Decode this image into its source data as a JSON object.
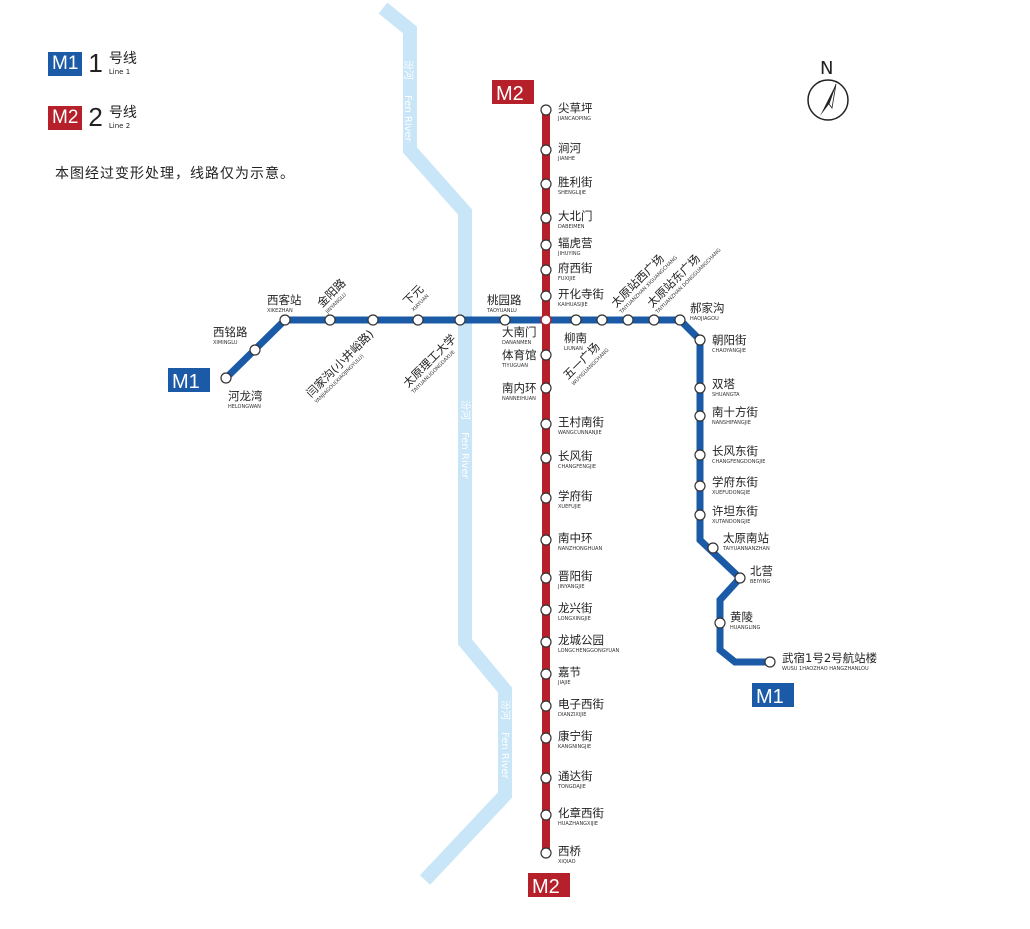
{
  "legend": [
    {
      "badge": "M1",
      "num": "1",
      "cn": "号线",
      "en": "Line 1",
      "color": "#1a5aa6"
    },
    {
      "badge": "M2",
      "num": "2",
      "cn": "号线",
      "en": "Line 2",
      "color": "#b5202a"
    }
  ],
  "note": "本图经过变形处理，线路仅为示意。",
  "north": "N",
  "river": {
    "cn": "汾河",
    "en": "Fen River",
    "color": "#c8e6f7"
  },
  "line1": {
    "badge": "M1",
    "color": "#1a5aa6",
    "stations": [
      {
        "cn": "河龙湾",
        "py": "HELONGWAN"
      },
      {
        "cn": "西铭路",
        "py": "XIMINGLU"
      },
      {
        "cn": "西客站",
        "py": "XIKEZHAN"
      },
      {
        "cn": "金阳路",
        "py": "JINYANGLU"
      },
      {
        "cn": "闫家沟(小井峪路)",
        "py": "YANJIAGOU(XIAOJINGYULU)"
      },
      {
        "cn": "下元",
        "py": "XIAYUAN"
      },
      {
        "cn": "太原理工大学",
        "py": "TAIYUANLIGONGDAXUE"
      },
      {
        "cn": "桃园路",
        "py": "TAOYUANLU"
      },
      {
        "cn": "大南门",
        "py": "DANANMEN"
      },
      {
        "cn": "柳南",
        "py": "LIUNAN"
      },
      {
        "cn": "五一广场",
        "py": "WUYIGUANGCHANG"
      },
      {
        "cn": "太原站西广场",
        "py": "TAIYUANZHAN XIGUANGCHANG"
      },
      {
        "cn": "太原站东广场",
        "py": "TAIYUANZHAN DONGGUANGCHANG"
      },
      {
        "cn": "郝家沟",
        "py": "HAOJIAGOU"
      },
      {
        "cn": "朝阳街",
        "py": "CHAOYANGJIE"
      },
      {
        "cn": "双塔",
        "py": "SHUANGTA"
      },
      {
        "cn": "南十方街",
        "py": "NANSHIFANGJIE"
      },
      {
        "cn": "长风东街",
        "py": "CHANGFENGDONGJIE"
      },
      {
        "cn": "学府东街",
        "py": "XUEFUDONGJIE"
      },
      {
        "cn": "许坦东街",
        "py": "XUTANDONGJIE"
      },
      {
        "cn": "太原南站",
        "py": "TAIYUANNANZHAN"
      },
      {
        "cn": "北营",
        "py": "BEIYING"
      },
      {
        "cn": "黄陵",
        "py": "HUANGLING"
      },
      {
        "cn": "武宿1号2号航站楼",
        "py": "WUSU 1HAOZHAO HANGZHANLOU"
      }
    ]
  },
  "line2": {
    "badge": "M2",
    "color": "#b5202a",
    "stations": [
      {
        "cn": "尖草坪",
        "py": "JIANCAOPING"
      },
      {
        "cn": "涧河",
        "py": "JIANHE"
      },
      {
        "cn": "胜利街",
        "py": "SHENGLIJIE"
      },
      {
        "cn": "大北门",
        "py": "DABEIMEN"
      },
      {
        "cn": "辐虎营",
        "py": "JIHUYING"
      },
      {
        "cn": "府西街",
        "py": "FUXIJIE"
      },
      {
        "cn": "开化寺街",
        "py": "KAIHUASIJIE"
      },
      {
        "cn": "体育馆",
        "py": "TIYUGUAN"
      },
      {
        "cn": "南内环",
        "py": "NANNEIHUAN"
      },
      {
        "cn": "王村南街",
        "py": "WANGCUNNANJIE"
      },
      {
        "cn": "长风街",
        "py": "CHANGFENGJIE"
      },
      {
        "cn": "学府街",
        "py": "XUEFUJIE"
      },
      {
        "cn": "南中环",
        "py": "NANZHONGHUAN"
      },
      {
        "cn": "晋阳街",
        "py": "JINYANGJIE"
      },
      {
        "cn": "龙兴街",
        "py": "LONGXINGJIE"
      },
      {
        "cn": "龙城公园",
        "py": "LONGCHENGGONGYUAN"
      },
      {
        "cn": "嘉节",
        "py": "JIAJIE"
      },
      {
        "cn": "电子西街",
        "py": "DIANZIXIJIE"
      },
      {
        "cn": "康宁街",
        "py": "KANGNINGJIE"
      },
      {
        "cn": "通达街",
        "py": "TONGDAJIE"
      },
      {
        "cn": "化章西街",
        "py": "HUAZHANGXIJIE"
      },
      {
        "cn": "西桥",
        "py": "XIQIAO"
      }
    ]
  }
}
